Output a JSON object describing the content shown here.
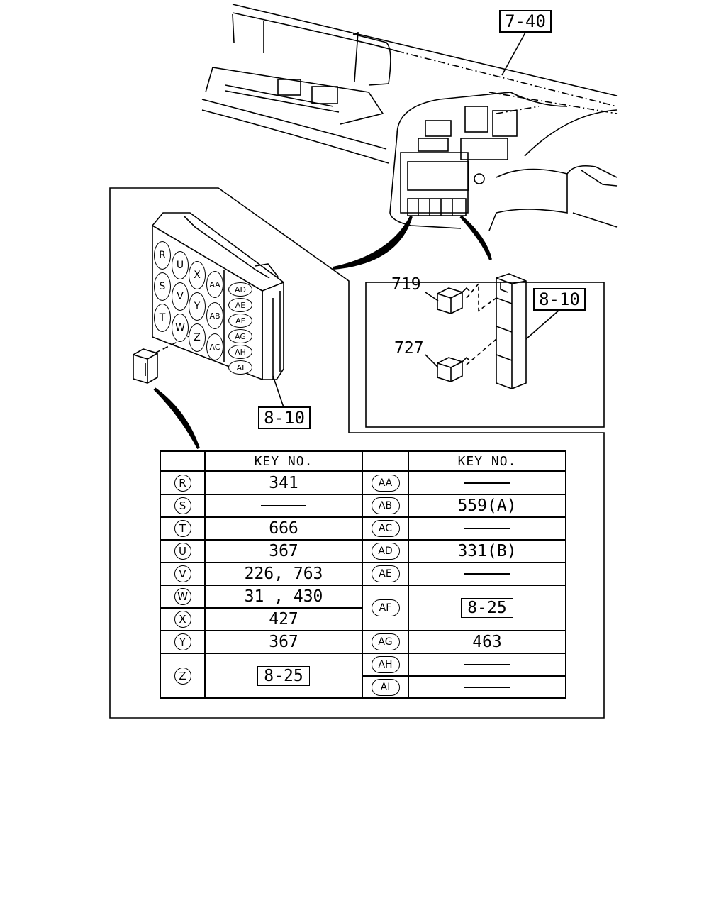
{
  "refs": {
    "dashboard": "7-40",
    "fuse_box_right": "8-10",
    "fuse_box_left": "8-10"
  },
  "parts": {
    "relay_top": "719",
    "relay_bottom": "727"
  },
  "fuse_block": {
    "col1": [
      "R",
      "S",
      "T"
    ],
    "col2": [
      "U",
      "V",
      "W"
    ],
    "col3": [
      "X",
      "Y",
      "Z"
    ],
    "col4": [
      "AA",
      "AB",
      "AC"
    ],
    "col5": [
      "AD",
      "AE",
      "AF",
      "AG",
      "AH",
      "AI"
    ]
  },
  "table": {
    "header_key": "KEY NO.",
    "left": [
      {
        "label": "R",
        "value": "341"
      },
      {
        "label": "S",
        "value": ""
      },
      {
        "label": "T",
        "value": "666"
      },
      {
        "label": "U",
        "value": "367"
      },
      {
        "label": "V",
        "value": "226, 763"
      },
      {
        "label": "W",
        "value": "31 , 430"
      },
      {
        "label": "X",
        "value": "427"
      },
      {
        "label": "Y",
        "value": "367"
      },
      {
        "label": "Z",
        "value": "8-25"
      }
    ],
    "right": [
      {
        "label": "AA",
        "value": ""
      },
      {
        "label": "AB",
        "value": "559(A)"
      },
      {
        "label": "AC",
        "value": ""
      },
      {
        "label": "AD",
        "value": "331(B)"
      },
      {
        "label": "AE",
        "value": ""
      },
      {
        "label": "AF",
        "value": "8-25"
      },
      {
        "label": "AG",
        "value": "463"
      },
      {
        "label": "AH",
        "value": ""
      },
      {
        "label": "AI",
        "value": ""
      }
    ]
  }
}
